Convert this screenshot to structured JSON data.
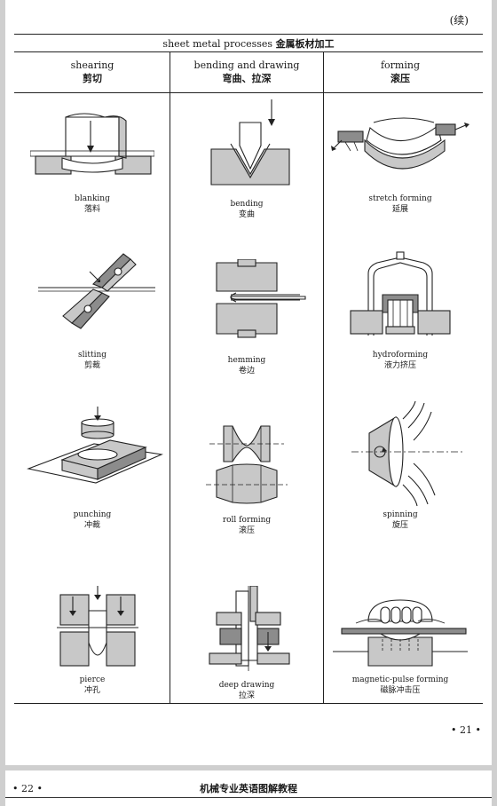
{
  "page": {
    "continued": "(续)",
    "page_number": "• 21 •"
  },
  "table": {
    "title_en": "sheet metal processes",
    "title_zh": "金属板材加工",
    "columns": [
      {
        "en": "shearing",
        "zh": "剪切"
      },
      {
        "en": "bending and drawing",
        "zh": "弯曲、拉深"
      },
      {
        "en": "forming",
        "zh": "滚压"
      }
    ],
    "cells": [
      [
        {
          "en": "blanking",
          "zh": "落料"
        },
        {
          "en": "bending",
          "zh": "变曲"
        },
        {
          "en": "stretch forming",
          "zh": "延展"
        }
      ],
      [
        {
          "en": "slitting",
          "zh": "剪裁"
        },
        {
          "en": "hemming",
          "zh": "卷边"
        },
        {
          "en": "hydroforming",
          "zh": "液力挤压"
        }
      ],
      [
        {
          "en": "punching",
          "zh": "冲裁"
        },
        {
          "en": "roll forming",
          "zh": "滚压"
        },
        {
          "en": "spinning",
          "zh": "旋压"
        }
      ],
      [
        {
          "en": "pierce",
          "zh": "冲孔"
        },
        {
          "en": "deep drawing",
          "zh": "拉深"
        },
        {
          "en": "magnetic-pulse forming",
          "zh": "磁脉冲击压"
        }
      ]
    ]
  },
  "next_page": {
    "page_number": "• 22 •",
    "book_title": "机械专业英语图解教程"
  }
}
